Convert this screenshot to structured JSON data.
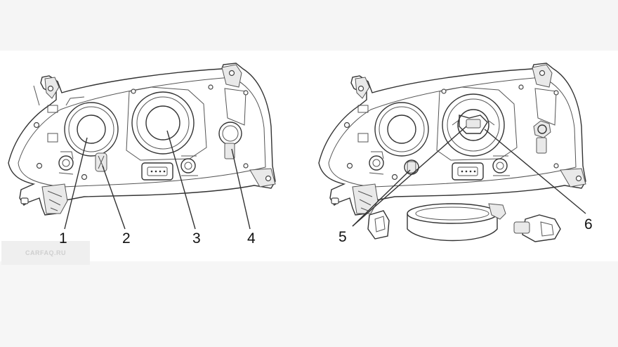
{
  "diagram": {
    "watermark_text": "CARFAQ.RU",
    "left_labels": [
      "1",
      "2",
      "3",
      "4"
    ],
    "right_labels": [
      "5",
      "6"
    ]
  },
  "colors": {
    "line": "#333333",
    "background": "#ffffff",
    "band": "#f5f5f5"
  }
}
